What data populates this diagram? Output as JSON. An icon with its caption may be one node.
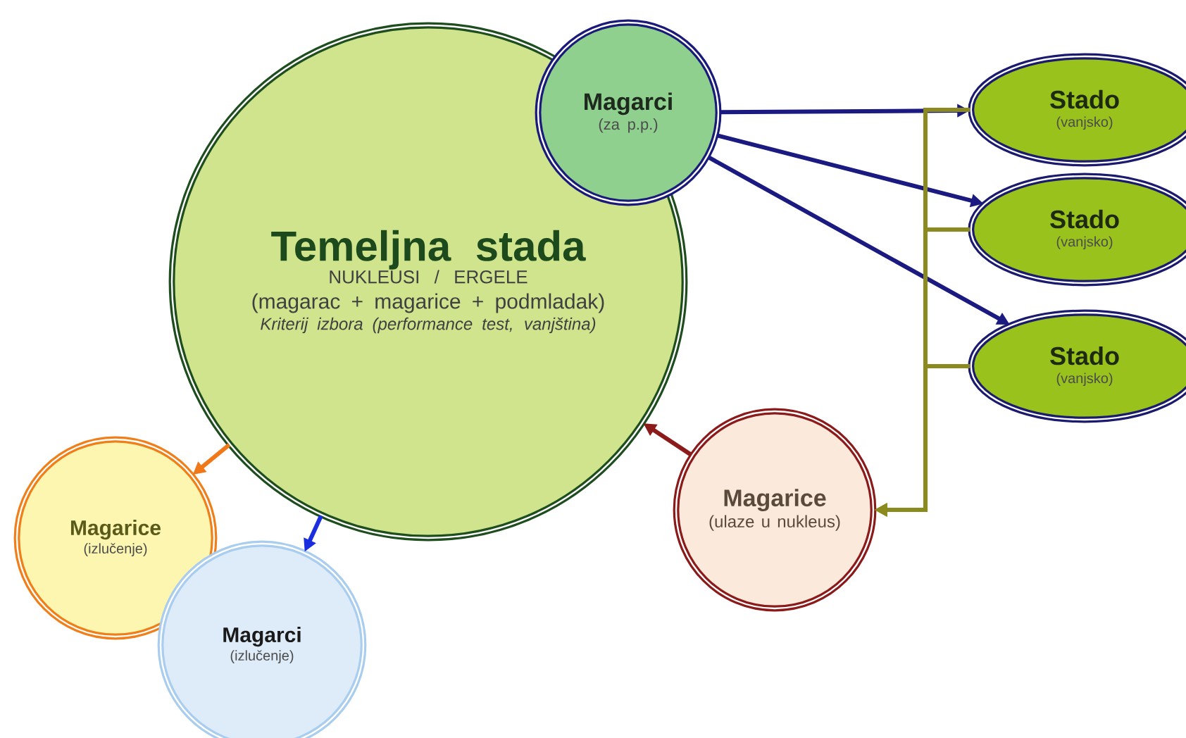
{
  "diagram": {
    "nodes": [
      {
        "text": [
          "Temeljna stada",
          "NUKLEUSI / ERGELE",
          "(magarac + magarice + podmladak)",
          "Kriterij izbora (performance test, vanjština)"
        ]
      },
      {
        "text": [
          "Magarci",
          "(za p.p.)"
        ]
      },
      {
        "text": [
          "Stado",
          "(vanjsko)"
        ]
      },
      {
        "text": [
          "Stado",
          "(vanjsko)"
        ]
      },
      {
        "text": [
          "Stado",
          "(vanjsko)"
        ]
      },
      {
        "text": [
          "Magarice",
          "(ulaze u nukleus)"
        ]
      },
      {
        "text": [
          "Magarice",
          "(izlučenje)"
        ]
      },
      {
        "text": [
          "Magarci",
          "(izlučenje)"
        ]
      }
    ],
    "edges": [
      {
        "from": 1,
        "to": 2,
        "arrow": "to"
      },
      {
        "from": 1,
        "to": 3,
        "arrow": "to"
      },
      {
        "from": 1,
        "to": 4,
        "arrow": "to"
      },
      {
        "from": 2,
        "to": 5,
        "arrow": "to",
        "color": "#8a8a1e"
      },
      {
        "from": 3,
        "to": 5,
        "arrow": "to",
        "color": "#8a8a1e"
      },
      {
        "from": 4,
        "to": 5,
        "arrow": "to",
        "color": "#8a8a1e"
      },
      {
        "from": 5,
        "to": 0,
        "arrow": "to",
        "color": "#8b1a1a"
      },
      {
        "from": 0,
        "to": 6,
        "arrow": "to",
        "color": "#f07818"
      },
      {
        "from": 0,
        "to": 7,
        "arrow": "to",
        "color": "#1a2ee0"
      }
    ]
  }
}
